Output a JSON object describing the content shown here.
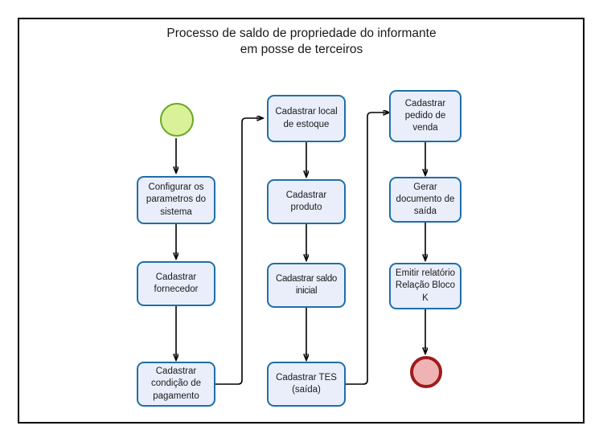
{
  "diagram": {
    "title": "Processo de saldo de propriedade do informante\nem posse de terceiros",
    "colors": {
      "frame_border": "#000000",
      "node_fill": "#eaeefb",
      "node_border": "#1f6fa8",
      "start_fill": "#d9f29a",
      "start_border": "#6aa823",
      "end_fill": "#f0b3b3",
      "end_border": "#9e1b1b",
      "edge": "#000000",
      "background": "#ffffff"
    },
    "start": {
      "name": "start-event",
      "label": ""
    },
    "end": {
      "name": "end-event",
      "label": ""
    },
    "columns": [
      {
        "name": "column-1",
        "nodes": [
          {
            "id": "configurar-parametros",
            "label": "Configurar os\nparametros do\nsistema"
          },
          {
            "id": "cadastrar-fornecedor",
            "label": "Cadastrar\nfornecedor"
          },
          {
            "id": "cadastrar-condicao-pagamento",
            "label": "Cadastrar\ncondição de\npagamento"
          }
        ]
      },
      {
        "name": "column-2",
        "nodes": [
          {
            "id": "cadastrar-local-estoque",
            "label": "Cadastrar local\nde estoque"
          },
          {
            "id": "cadastrar-produto",
            "label": "Cadastrar\nproduto"
          },
          {
            "id": "cadastrar-saldo-inicial",
            "label": "Cadastrar saldo\ninicial"
          },
          {
            "id": "cadastrar-tes-saida",
            "label": "Cadastrar TES\n(saída)"
          }
        ]
      },
      {
        "name": "column-3",
        "nodes": [
          {
            "id": "cadastrar-pedido-venda",
            "label": "Cadastrar\npedido de\nvenda"
          },
          {
            "id": "gerar-documento-saida",
            "label": "Gerar\ndocumento de\nsaída"
          },
          {
            "id": "emitir-relatorio-bloco-k",
            "label": "Emitir relatório\nRelação Bloco\nK"
          }
        ]
      }
    ]
  }
}
